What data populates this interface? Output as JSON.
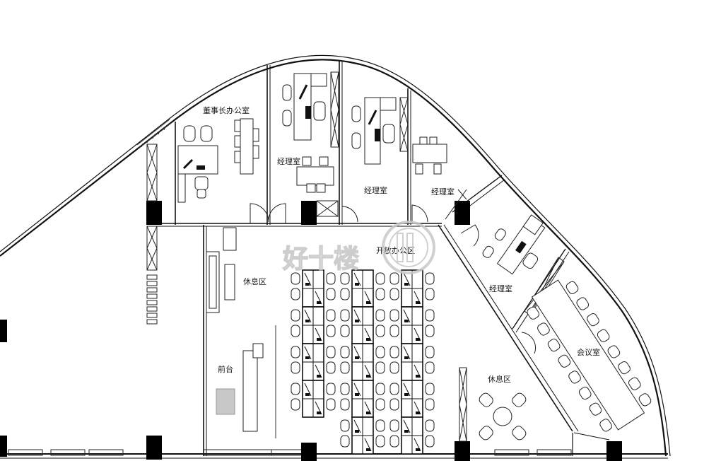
{
  "floorplan": {
    "rooms": {
      "chairman_office": "董事长办公室",
      "manager_office_1": "经理室",
      "manager_office_2": "经理室",
      "manager_office_3": "经理室",
      "manager_office_4": "经理室",
      "open_office": "开放办公区",
      "rest_area_1": "休息区",
      "rest_area_2": "休息区",
      "reception": "前台",
      "meeting_room": "会议室"
    },
    "watermark": "好十楼",
    "colors": {
      "wall": "#111111",
      "column": "#000000",
      "background": "#ffffff",
      "watermark": "#c8c8c8"
    }
  }
}
